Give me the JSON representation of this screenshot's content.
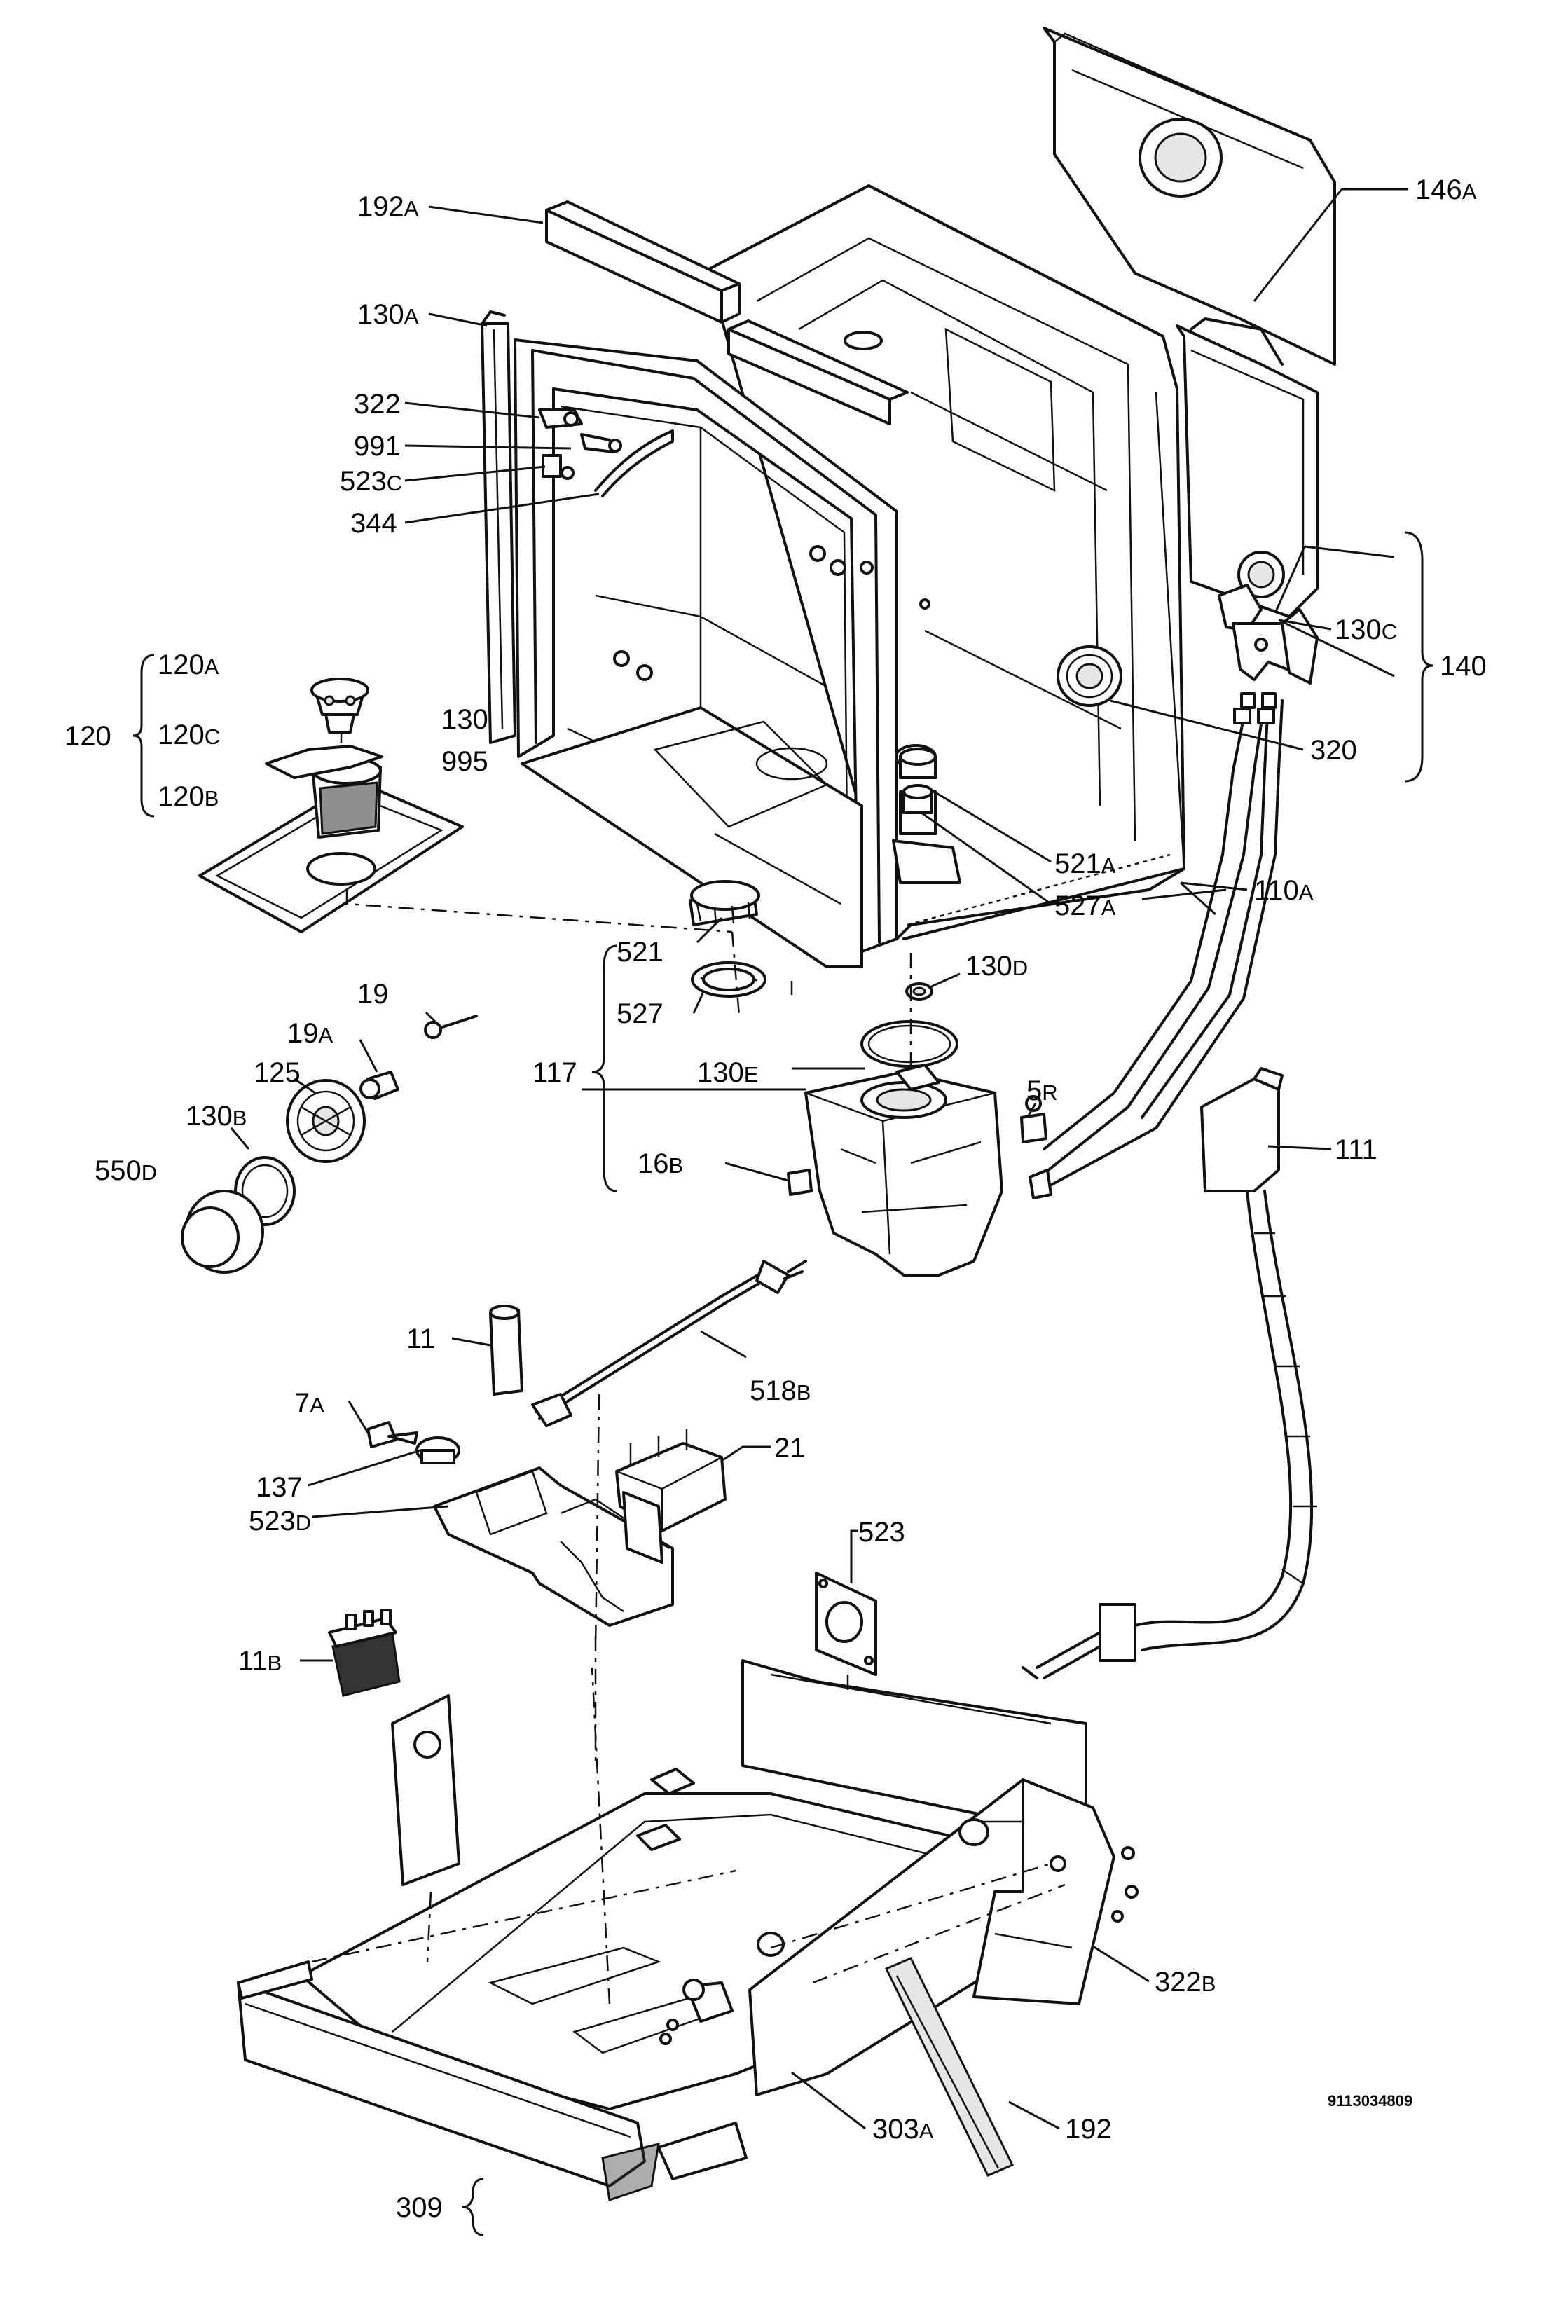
{
  "diagram_id": "9113034809",
  "labels": {
    "l192A": {
      "num": "192",
      "suf": "A"
    },
    "l146A": {
      "num": "146",
      "suf": "A"
    },
    "l130A": {
      "num": "130",
      "suf": "A"
    },
    "l322": {
      "num": "322",
      "suf": ""
    },
    "l991": {
      "num": "991",
      "suf": ""
    },
    "l523C": {
      "num": "523",
      "suf": "C"
    },
    "l344": {
      "num": "344",
      "suf": ""
    },
    "l130C": {
      "num": "130",
      "suf": "C"
    },
    "l140": {
      "num": "140",
      "suf": ""
    },
    "l120A": {
      "num": "120",
      "suf": "A"
    },
    "l120": {
      "num": "120",
      "suf": ""
    },
    "l120C": {
      "num": "120",
      "suf": "C"
    },
    "l120B": {
      "num": "120",
      "suf": "B"
    },
    "l130": {
      "num": "130",
      "suf": ""
    },
    "l995": {
      "num": "995",
      "suf": ""
    },
    "l320": {
      "num": "320",
      "suf": ""
    },
    "l521A": {
      "num": "521",
      "suf": "A"
    },
    "l527A": {
      "num": "527",
      "suf": "A"
    },
    "l110A": {
      "num": "110",
      "suf": "A"
    },
    "l521": {
      "num": "521",
      "suf": ""
    },
    "l130D": {
      "num": "130",
      "suf": "D"
    },
    "l19": {
      "num": "19",
      "suf": ""
    },
    "l527": {
      "num": "527",
      "suf": ""
    },
    "l19A": {
      "num": "19",
      "suf": "A"
    },
    "l117": {
      "num": "117",
      "suf": ""
    },
    "l130E": {
      "num": "130",
      "suf": "E"
    },
    "l125": {
      "num": "125",
      "suf": ""
    },
    "l5R": {
      "num": "5",
      "suf": "R"
    },
    "l111": {
      "num": "111",
      "suf": ""
    },
    "l130B": {
      "num": "130",
      "suf": "B"
    },
    "l550D": {
      "num": "550",
      "suf": "D"
    },
    "l16B": {
      "num": "16",
      "suf": "B"
    },
    "l11": {
      "num": "11",
      "suf": ""
    },
    "l518B": {
      "num": "518",
      "suf": "B"
    },
    "l7A": {
      "num": "7",
      "suf": "A"
    },
    "l21": {
      "num": "21",
      "suf": ""
    },
    "l137": {
      "num": "137",
      "suf": ""
    },
    "l523D": {
      "num": "523",
      "suf": "D"
    },
    "l523": {
      "num": "523",
      "suf": ""
    },
    "l11B": {
      "num": "11",
      "suf": "B"
    },
    "l322B": {
      "num": "322",
      "suf": "B"
    },
    "l303A": {
      "num": "303",
      "suf": "A"
    },
    "l192": {
      "num": "192",
      "suf": ""
    },
    "l309": {
      "num": "309",
      "suf": ""
    }
  }
}
